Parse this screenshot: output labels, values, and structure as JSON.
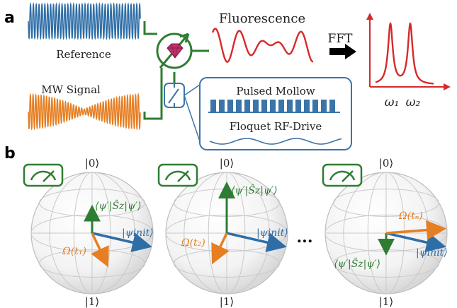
{
  "panel_a": {
    "label": "a",
    "reference_label": "Reference",
    "mw_label": "MW Signal",
    "fluorescence_label": "Fluorescence",
    "fft_label": "FFT",
    "pulsed_label": "Pulsed Mollow",
    "floquet_label": "Floquet RF-Drive",
    "omega1": "ω₁",
    "omega2": "ω₂"
  },
  "panel_b": {
    "label": "b",
    "ellipsis": "...",
    "spheres": [
      {
        "top": "|0⟩",
        "bottom": "|1⟩",
        "psi_init": "|ψinit⟩",
        "expect": "⟨ψ′|Ŝz|ψ′⟩",
        "omega": "Ω(t₁)"
      },
      {
        "top": "|0⟩",
        "bottom": "|1⟩",
        "psi_init": "|ψinit⟩",
        "expect": "⟨ψ′|Ŝz|ψ′⟩",
        "omega": "Ω(t₂)"
      },
      {
        "top": "|0⟩",
        "bottom": "|1⟩",
        "psi_init": "|ψinit⟩",
        "expect": "⟨ψ′|Ŝz|ψ′⟩",
        "omega": "Ω(tₙ)"
      }
    ]
  },
  "colors": {
    "blue": "#2e6ea6",
    "orange": "#e67e22",
    "red": "#d62a2a",
    "green": "#2e7d32",
    "box_blue": "#3b74a8",
    "magenta": "#c0306a"
  }
}
